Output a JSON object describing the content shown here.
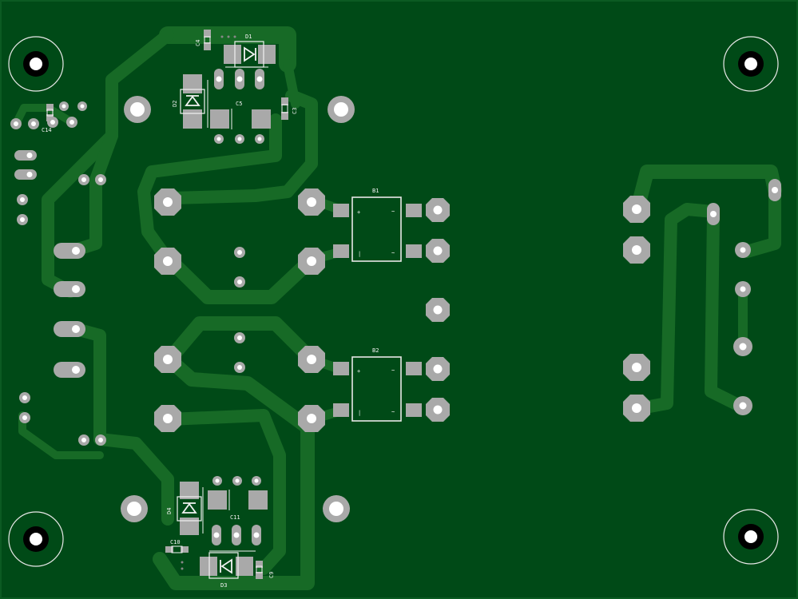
{
  "board": {
    "colors": {
      "substrate": "#004a17",
      "trace": "#176a26",
      "pad": "#a9a9a9",
      "silkscreen": "#f2f2f2",
      "drill": "#ffffff"
    }
  },
  "labels": {
    "c4": "C4",
    "d1": "D1",
    "d2": "D2",
    "c5": "C5",
    "c3": "C3",
    "c14": "C14",
    "b1": "B1",
    "b2": "B2",
    "d4": "D4",
    "c11": "C11",
    "c10": "C10",
    "c9": "C9",
    "d3": "D3",
    "bridge_plus": "+",
    "bridge_minus": "|",
    "bridge_ac": "~"
  }
}
